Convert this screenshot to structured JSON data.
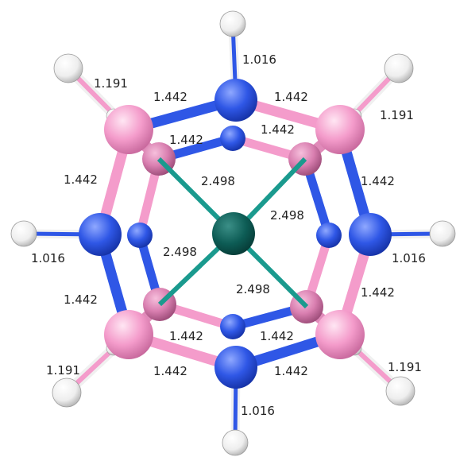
{
  "colors": {
    "boron": "#f49ccb",
    "nitrogen": "#2f57e6",
    "hydrogen": "#f2f2f2",
    "metal": "#0d5c55",
    "bond_metal": "#1a9a8e"
  },
  "bond_lengths": {
    "bn": "1.442",
    "bh": "1.191",
    "nh": "1.016",
    "metal": "2.498"
  },
  "labels": [
    {
      "id": "nh-top",
      "text": "1.016"
    },
    {
      "id": "bh-tl",
      "text": "1.191"
    },
    {
      "id": "bn-tl-outer",
      "text": "1.442"
    },
    {
      "id": "bn-tr-outer",
      "text": "1.442"
    },
    {
      "id": "bh-tr",
      "text": "1.191"
    },
    {
      "id": "bn-tl-inner",
      "text": "1.442"
    },
    {
      "id": "bn-tr-inner",
      "text": "1.442"
    },
    {
      "id": "bn-left-upper",
      "text": "1.442"
    },
    {
      "id": "metal-tl",
      "text": "2.498"
    },
    {
      "id": "bn-right-upper",
      "text": "1.442"
    },
    {
      "id": "metal-tr",
      "text": "2.498"
    },
    {
      "id": "nh-left",
      "text": "1.016"
    },
    {
      "id": "metal-bl",
      "text": "2.498"
    },
    {
      "id": "nh-right",
      "text": "1.016"
    },
    {
      "id": "metal-br",
      "text": "2.498"
    },
    {
      "id": "bn-left-lower",
      "text": "1.442"
    },
    {
      "id": "bn-right-lower",
      "text": "1.442"
    },
    {
      "id": "bn-bl-inner",
      "text": "1.442"
    },
    {
      "id": "bn-br-inner",
      "text": "1.442"
    },
    {
      "id": "bh-bl",
      "text": "1.191"
    },
    {
      "id": "bn-bl-outer",
      "text": "1.442"
    },
    {
      "id": "bn-br-outer",
      "text": "1.442"
    },
    {
      "id": "bh-br",
      "text": "1.191"
    },
    {
      "id": "nh-bottom",
      "text": "1.016"
    }
  ]
}
